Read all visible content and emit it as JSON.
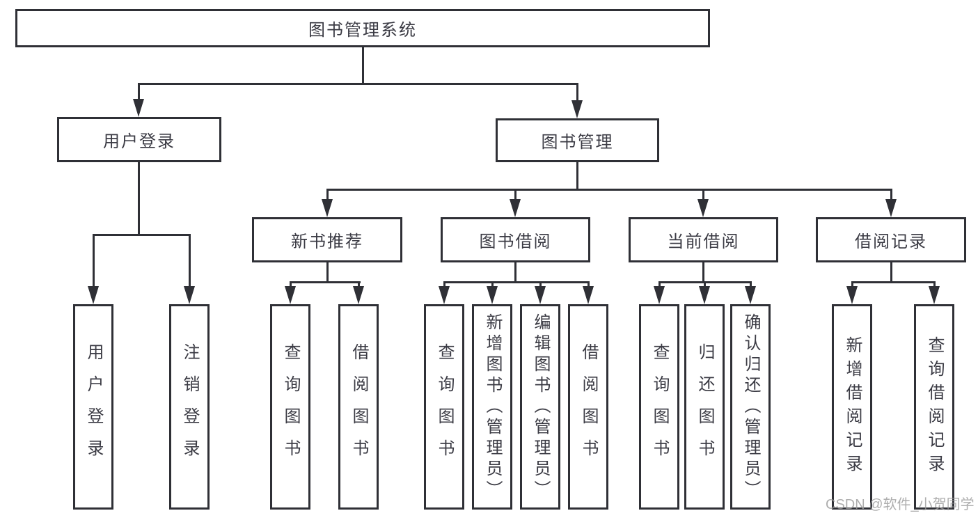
{
  "diagram": {
    "root": {
      "label": "图书管理系统"
    },
    "children": [
      {
        "label": "用户登录",
        "children": [
          {
            "label": "用户登录"
          },
          {
            "label": "注销登录"
          }
        ]
      },
      {
        "label": "图书管理",
        "children": [
          {
            "label": "新书推荐",
            "children": [
              {
                "label": "查询图书"
              },
              {
                "label": "借阅图书"
              }
            ]
          },
          {
            "label": "图书借阅",
            "children": [
              {
                "label": "查询图书"
              },
              {
                "label": "新增图书（管理员）"
              },
              {
                "label": "编辑图书（管理员）"
              },
              {
                "label": "借阅图书"
              }
            ]
          },
          {
            "label": "当前借阅",
            "children": [
              {
                "label": "查询图书"
              },
              {
                "label": "归还图书"
              },
              {
                "label": "确认归还（管理员）"
              }
            ]
          },
          {
            "label": "借阅记录",
            "children": [
              {
                "label": "新增借阅记录"
              },
              {
                "label": "查询借阅记录"
              }
            ]
          }
        ]
      }
    ]
  },
  "watermark": "CSDN @软件_小贺同学",
  "colors": {
    "line": "#2f3036",
    "text": "#3b3b44",
    "watermark": "#9b9b9b",
    "background": "#ffffff"
  }
}
